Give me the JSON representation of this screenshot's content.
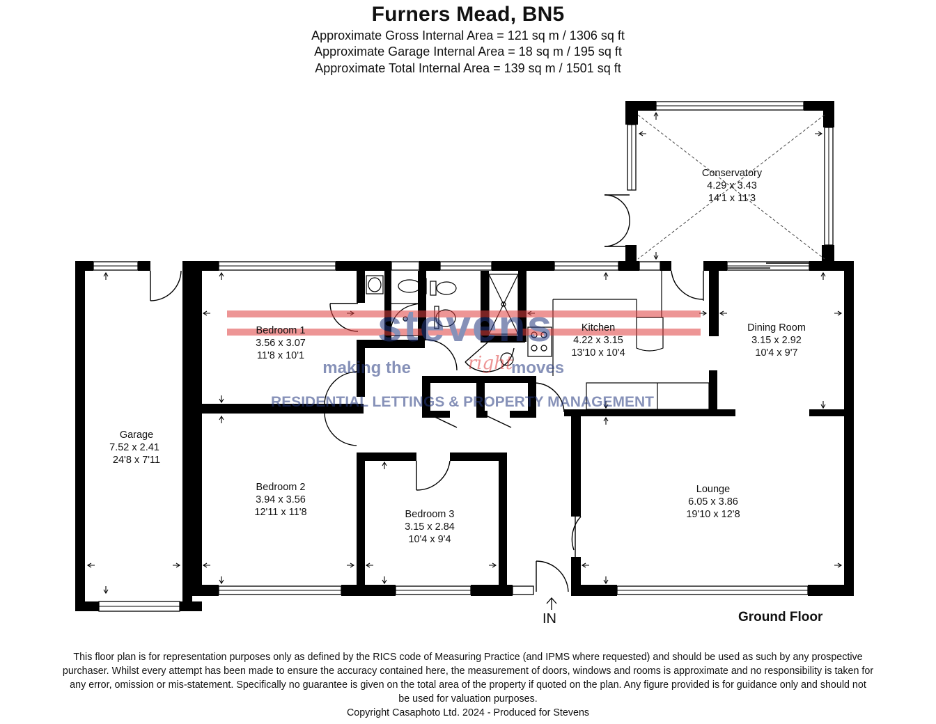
{
  "header": {
    "title": "Furners Mead, BN5",
    "gross_area": "Approximate Gross Internal Area = 121 sq m / 1306 sq ft",
    "garage_area": "Approximate Garage Internal Area = 18 sq m / 195 sq ft",
    "total_area": "Approximate Total Internal Area = 139 sq m / 1501 sq ft"
  },
  "rooms": {
    "conservatory": {
      "name": "Conservatory",
      "metric": "4.29 x 3.43",
      "imperial": "14'1 x 11'3"
    },
    "kitchen": {
      "name": "Kitchen",
      "metric": "4.22 x 3.15",
      "imperial": "13'10 x 10'4"
    },
    "dining": {
      "name": "Dining Room",
      "metric": "3.15 x 2.92",
      "imperial": "10'4 x 9'7"
    },
    "bedroom1": {
      "name": "Bedroom 1",
      "metric": "3.56 x 3.07",
      "imperial": "11'8 x 10'1"
    },
    "garage": {
      "name": "Garage",
      "metric": "7.52  x 2.41",
      "imperial": "24'8 x 7'11"
    },
    "bedroom2": {
      "name": "Bedroom 2",
      "metric": "3.94 x 3.56",
      "imperial": "12'11 x 11'8"
    },
    "bedroom3": {
      "name": "Bedroom 3",
      "metric": "3.15 x 2.84",
      "imperial": "10'4 x 9'4"
    },
    "lounge": {
      "name": "Lounge",
      "metric": "6.05 x 3.86",
      "imperial": "19'10 x 12'8"
    }
  },
  "entrance_label": "IN",
  "floor_label": "Ground Floor",
  "watermark": {
    "brand": "stevens",
    "tagline_start": "making the",
    "tagline_script": "right",
    "tagline_end": "moves",
    "services": "RESIDENTIAL LETTINGS & PROPERTY MANAGEMENT",
    "colors": {
      "red": "#e04040",
      "blue": "#24387f"
    }
  },
  "disclaimer": {
    "line1": "This floor plan is for representation purposes only as defined by the RICS code of Measuring Practice (and IPMS where requested) and should be used as such by any prospective",
    "line2": "purchaser. Whilst every attempt has been made to ensure the accuracy contained here, the measurement of doors, windows and rooms is approximate and no responsibility is taken for",
    "line3": "any error, omission or mis-statement. Specifically no guarantee is given on the total area of the property if quoted on the plan. Any figure provided is for guidance only and should not",
    "line4": "be used for valuation purposes.",
    "copyright": "Copyright Casaphoto Ltd. 2024 - Produced for Stevens"
  }
}
